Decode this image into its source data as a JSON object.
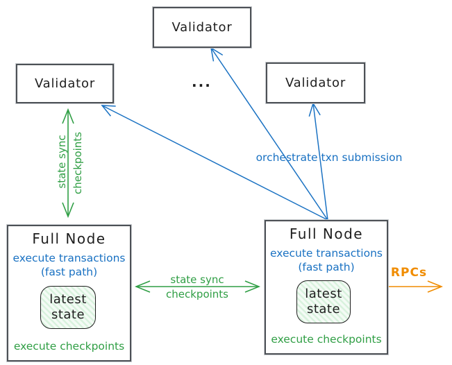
{
  "colors": {
    "ink": "#1e1e1e",
    "blue": "#1971c2",
    "green": "#2f9e44",
    "orange": "#f08c00",
    "state_fill": "#d9f2de"
  },
  "nodes": {
    "validator_top": {
      "label": "Validator"
    },
    "validator_left": {
      "label": "Validator"
    },
    "validator_right": {
      "label": "Validator"
    },
    "more_validators": {
      "label": "..."
    },
    "fullnode_left": {
      "title": "Full Node",
      "blue_line1": "execute transactions",
      "blue_line2": "(fast path)",
      "state": {
        "line1": "latest",
        "line2": "state"
      },
      "footer": "execute checkpoints"
    },
    "fullnode_right": {
      "title": "Full Node",
      "blue_line1": "execute transactions",
      "blue_line2": "(fast path)",
      "state": {
        "line1": "latest",
        "line2": "state"
      },
      "footer": "execute checkpoints"
    }
  },
  "edges": {
    "validator_fullnode_sync": {
      "direction": "bidirectional",
      "color": "#2f9e44",
      "label_line1": "state sync",
      "label_line2": "checkpoints"
    },
    "fullnode_fullnode_sync": {
      "direction": "bidirectional",
      "color": "#2f9e44",
      "label_line1": "state sync",
      "label_line2": "checkpoints"
    },
    "orchestrate": {
      "direction": "fullnode-to-validators",
      "color": "#1971c2",
      "label": "orchestrate txn submission"
    },
    "rpcs": {
      "direction": "outgoing-right",
      "color": "#f08c00",
      "label": "RPCs"
    }
  }
}
